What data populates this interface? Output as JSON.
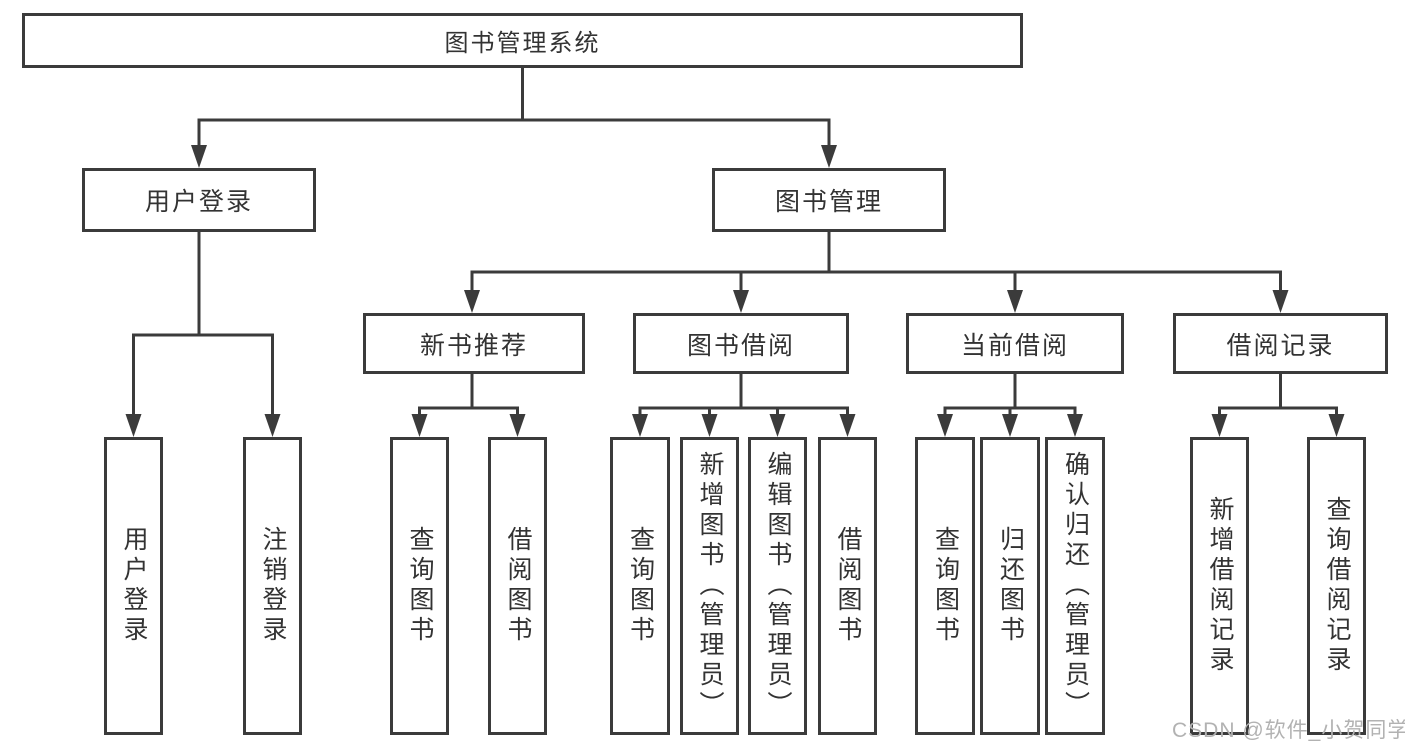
{
  "root": {
    "label": "图书管理系统"
  },
  "branches": [
    {
      "label": "用户登录",
      "children": [
        {
          "label": "用户登录"
        },
        {
          "label": "注销登录"
        }
      ]
    },
    {
      "label": "图书管理",
      "children": [
        {
          "label": "新书推荐",
          "children": [
            {
              "label": "查询图书"
            },
            {
              "label": "借阅图书"
            }
          ]
        },
        {
          "label": "图书借阅",
          "children": [
            {
              "label": "查询图书"
            },
            {
              "label": "新增图书（管理员）"
            },
            {
              "label": "编辑图书（管理员）"
            },
            {
              "label": "借阅图书"
            }
          ]
        },
        {
          "label": "当前借阅",
          "children": [
            {
              "label": "查询图书"
            },
            {
              "label": "归还图书"
            },
            {
              "label": "确认归还（管理员）"
            }
          ]
        },
        {
          "label": "借阅记录",
          "children": [
            {
              "label": "新增借阅记录"
            },
            {
              "label": "查询借阅记录"
            }
          ]
        }
      ]
    }
  ],
  "watermark": {
    "text": "CSDN @软件_小贺同学"
  },
  "colors": {
    "line": "#3b3b3b",
    "text": "#333333",
    "background": "#ffffff",
    "watermark": "#b2b2b2"
  }
}
